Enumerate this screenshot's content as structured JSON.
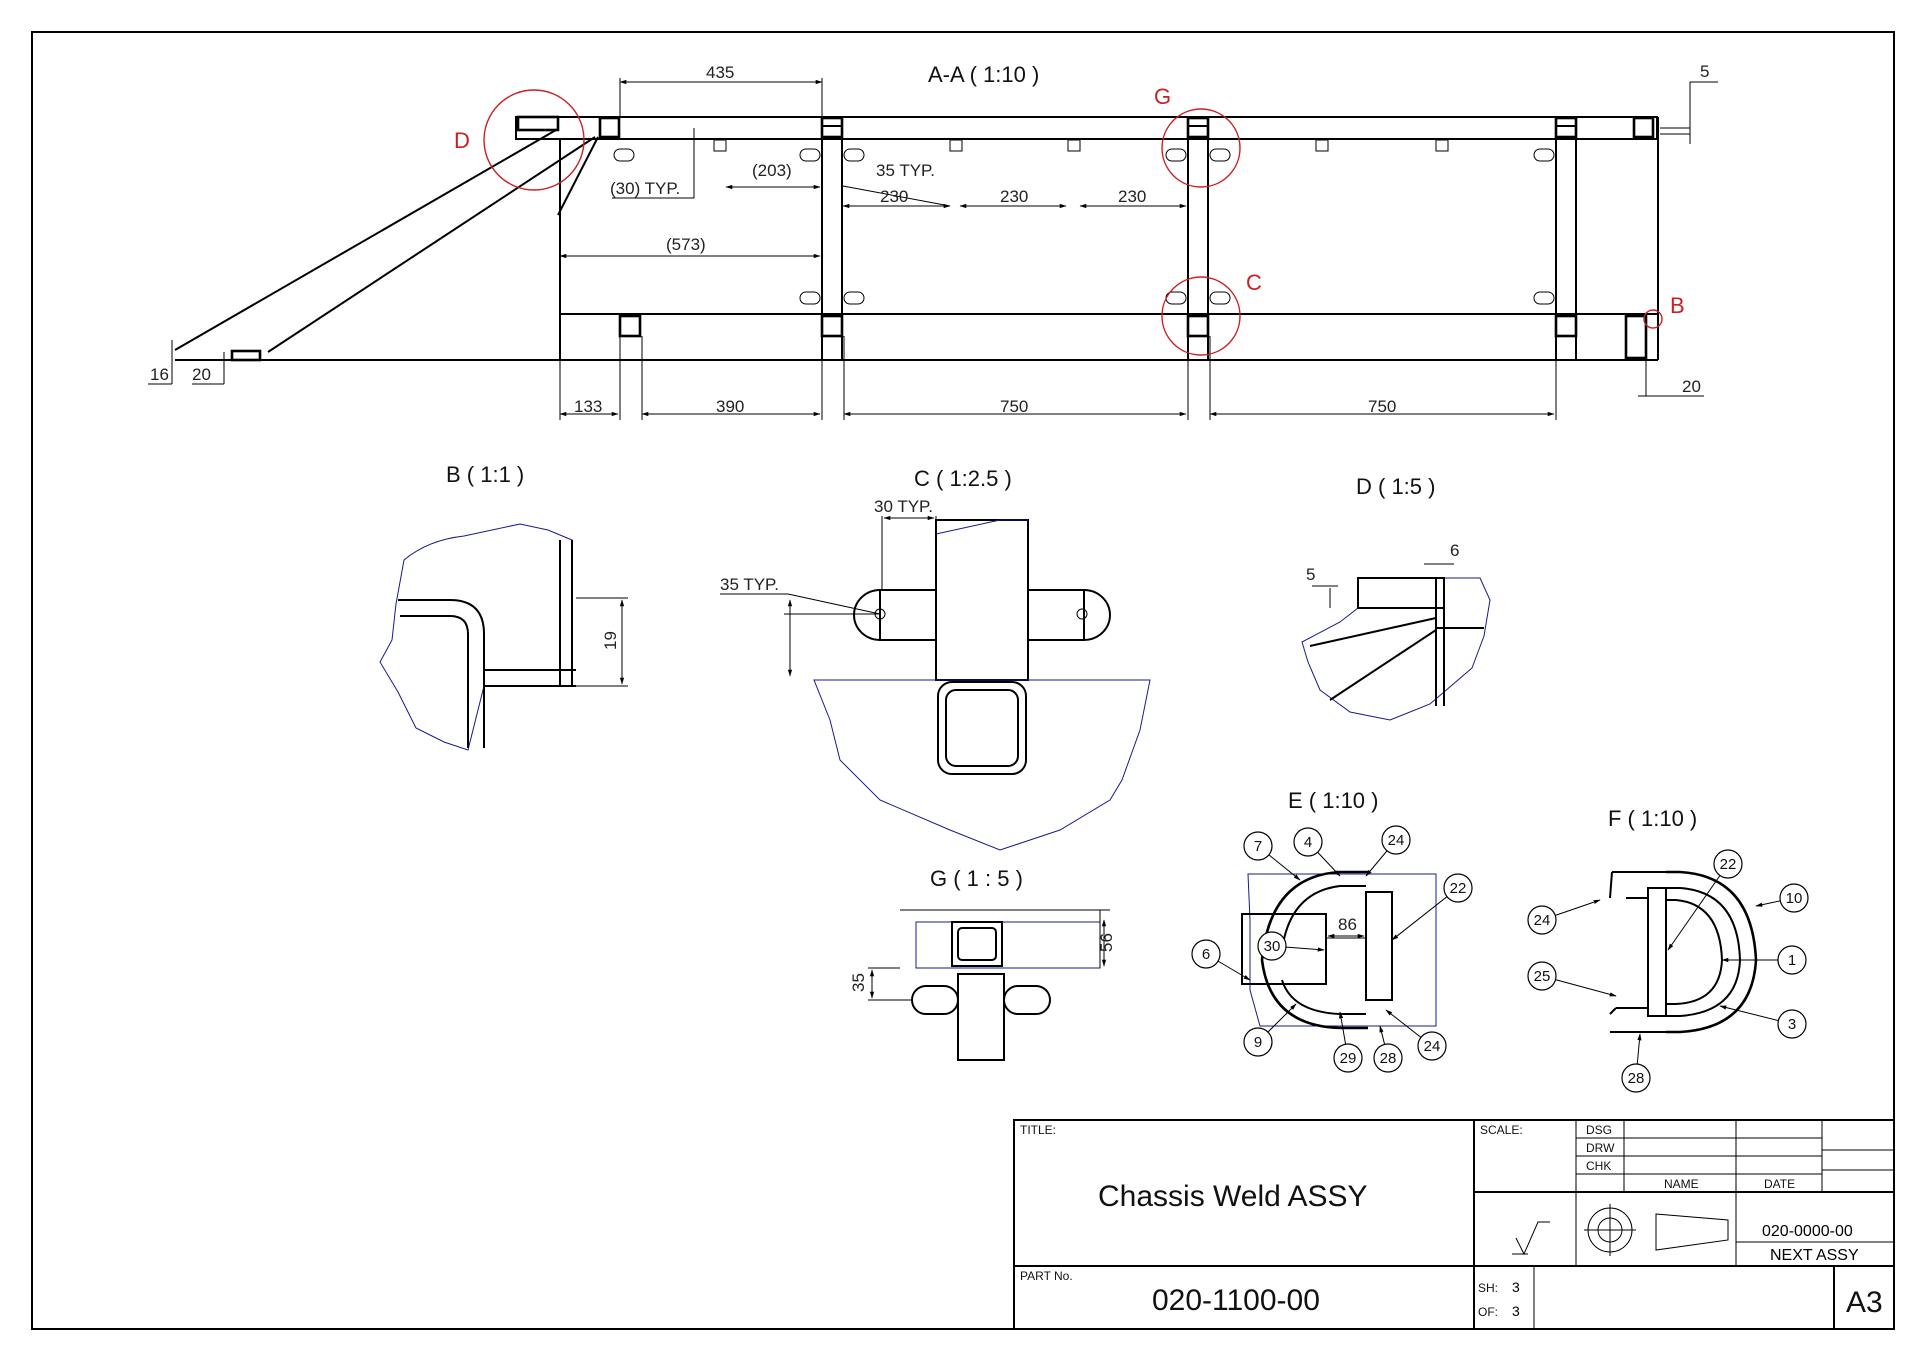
{
  "main_view": {
    "title": "A-A ( 1:10 )",
    "dims": {
      "d435": "435",
      "d5": "5",
      "d203": "(203)",
      "d35typ": "35 TYP.",
      "d30typ": "(30) TYP.",
      "d230a": "230",
      "d230b": "230",
      "d230c": "230",
      "d573": "(573)",
      "d16": "16",
      "d20a": "20",
      "d133": "133",
      "d390": "390",
      "d750a": "750",
      "d750b": "750",
      "d20b": "20"
    },
    "callouts": {
      "D": "D",
      "G": "G",
      "C": "C",
      "B": "B"
    }
  },
  "detail_b": {
    "title": "B ( 1:1 )",
    "dim19": "19"
  },
  "detail_c": {
    "title": "C ( 1:2.5 )",
    "dim30": "30 TYP.",
    "dim35": "35 TYP."
  },
  "detail_d": {
    "title": "D ( 1:5 )",
    "dim5": "5",
    "dim6": "6"
  },
  "detail_g": {
    "title": "G ( 1 : 5 )",
    "dim56": "56",
    "dim35": "35"
  },
  "detail_e": {
    "title": "E ( 1:10 )",
    "dim86": "86",
    "balloons": [
      "7",
      "4",
      "24",
      "22",
      "30",
      "6",
      "9",
      "29",
      "28",
      "24"
    ]
  },
  "detail_f": {
    "title": "F ( 1:10 )",
    "balloons": [
      "22",
      "10",
      "24",
      "1",
      "25",
      "3",
      "28"
    ]
  },
  "title_block": {
    "title_label": "TITLE:",
    "title": "Chassis Weld ASSY",
    "scale_label": "SCALE:",
    "dsg": "DSG",
    "drw": "DRW",
    "chk": "CHK",
    "name": "NAME",
    "date": "DATE",
    "next_assy_no": "020-0000-00",
    "next_assy": "NEXT ASSY",
    "part_label": "PART No.",
    "part_no": "020-1100-00",
    "sh_label": "SH:",
    "sh": "3",
    "of_label": "OF:",
    "of": "3",
    "size": "A3"
  },
  "colors": {
    "line": "#000000",
    "callout": "#cc1f1f",
    "break_line": "#1a1a8c"
  }
}
